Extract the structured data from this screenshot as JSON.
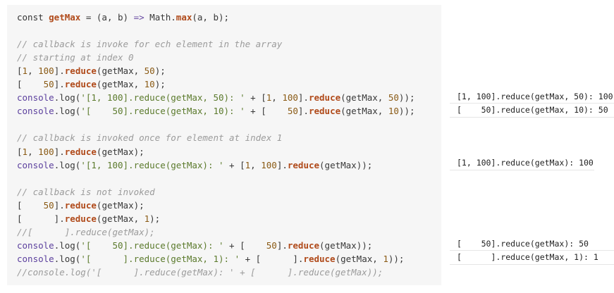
{
  "editor": {
    "lines": [
      {
        "parts": [
          {
            "t": "const ",
            "c": "kw"
          },
          {
            "t": "getMax",
            "c": "fn"
          },
          {
            "t": " = (a, b) ",
            "c": "pl"
          },
          {
            "t": "=>",
            "c": "op"
          },
          {
            "t": " Math.",
            "c": "pl"
          },
          {
            "t": "max",
            "c": "fn"
          },
          {
            "t": "(a, b);",
            "c": "pl"
          }
        ]
      },
      {
        "parts": []
      },
      {
        "parts": [
          {
            "t": "// callback is invoke for ech element in the array",
            "c": "cmt"
          }
        ]
      },
      {
        "parts": [
          {
            "t": "// starting at index 0",
            "c": "cmt"
          }
        ]
      },
      {
        "parts": [
          {
            "t": "[",
            "c": "pl"
          },
          {
            "t": "1",
            "c": "num"
          },
          {
            "t": ", ",
            "c": "pl"
          },
          {
            "t": "100",
            "c": "num"
          },
          {
            "t": "].",
            "c": "pl"
          },
          {
            "t": "reduce",
            "c": "fn"
          },
          {
            "t": "(getMax, ",
            "c": "pl"
          },
          {
            "t": "50",
            "c": "num"
          },
          {
            "t": ");",
            "c": "pl"
          }
        ]
      },
      {
        "parts": [
          {
            "t": "[    ",
            "c": "pl"
          },
          {
            "t": "50",
            "c": "num"
          },
          {
            "t": "].",
            "c": "pl"
          },
          {
            "t": "reduce",
            "c": "fn"
          },
          {
            "t": "(getMax, ",
            "c": "pl"
          },
          {
            "t": "10",
            "c": "num"
          },
          {
            "t": ");",
            "c": "pl"
          }
        ]
      },
      {
        "parts": [
          {
            "t": "console",
            "c": "id"
          },
          {
            "t": ".log(",
            "c": "pl"
          },
          {
            "t": "'[1, 100].reduce(getMax, 50): '",
            "c": "str"
          },
          {
            "t": " + [",
            "c": "pl"
          },
          {
            "t": "1",
            "c": "num"
          },
          {
            "t": ", ",
            "c": "pl"
          },
          {
            "t": "100",
            "c": "num"
          },
          {
            "t": "].",
            "c": "pl"
          },
          {
            "t": "reduce",
            "c": "fn"
          },
          {
            "t": "(getMax, ",
            "c": "pl"
          },
          {
            "t": "50",
            "c": "num"
          },
          {
            "t": "));",
            "c": "pl"
          }
        ]
      },
      {
        "parts": [
          {
            "t": "console",
            "c": "id"
          },
          {
            "t": ".log(",
            "c": "pl"
          },
          {
            "t": "'[    50].reduce(getMax, 10): '",
            "c": "str"
          },
          {
            "t": " + [    ",
            "c": "pl"
          },
          {
            "t": "50",
            "c": "num"
          },
          {
            "t": "].",
            "c": "pl"
          },
          {
            "t": "reduce",
            "c": "fn"
          },
          {
            "t": "(getMax, ",
            "c": "pl"
          },
          {
            "t": "10",
            "c": "num"
          },
          {
            "t": "));",
            "c": "pl"
          }
        ]
      },
      {
        "parts": []
      },
      {
        "parts": [
          {
            "t": "// callback is invoked once for element at index 1",
            "c": "cmt"
          }
        ]
      },
      {
        "parts": [
          {
            "t": "[",
            "c": "pl"
          },
          {
            "t": "1",
            "c": "num"
          },
          {
            "t": ", ",
            "c": "pl"
          },
          {
            "t": "100",
            "c": "num"
          },
          {
            "t": "].",
            "c": "pl"
          },
          {
            "t": "reduce",
            "c": "fn"
          },
          {
            "t": "(getMax);",
            "c": "pl"
          }
        ]
      },
      {
        "parts": [
          {
            "t": "console",
            "c": "id"
          },
          {
            "t": ".log(",
            "c": "pl"
          },
          {
            "t": "'[1, 100].reduce(getMax): '",
            "c": "str"
          },
          {
            "t": " + [",
            "c": "pl"
          },
          {
            "t": "1",
            "c": "num"
          },
          {
            "t": ", ",
            "c": "pl"
          },
          {
            "t": "100",
            "c": "num"
          },
          {
            "t": "].",
            "c": "pl"
          },
          {
            "t": "reduce",
            "c": "fn"
          },
          {
            "t": "(getMax));",
            "c": "pl"
          }
        ]
      },
      {
        "parts": []
      },
      {
        "parts": [
          {
            "t": "// callback is not invoked",
            "c": "cmt"
          }
        ]
      },
      {
        "parts": [
          {
            "t": "[    ",
            "c": "pl"
          },
          {
            "t": "50",
            "c": "num"
          },
          {
            "t": "].",
            "c": "pl"
          },
          {
            "t": "reduce",
            "c": "fn"
          },
          {
            "t": "(getMax);",
            "c": "pl"
          }
        ]
      },
      {
        "parts": [
          {
            "t": "[      ].",
            "c": "pl"
          },
          {
            "t": "reduce",
            "c": "fn"
          },
          {
            "t": "(getMax, ",
            "c": "pl"
          },
          {
            "t": "1",
            "c": "num"
          },
          {
            "t": ");",
            "c": "pl"
          }
        ]
      },
      {
        "parts": [
          {
            "t": "//[      ].reduce(getMax);",
            "c": "cmt"
          }
        ]
      },
      {
        "parts": [
          {
            "t": "console",
            "c": "id"
          },
          {
            "t": ".log(",
            "c": "pl"
          },
          {
            "t": "'[    50].reduce(getMax): '",
            "c": "str"
          },
          {
            "t": " + [    ",
            "c": "pl"
          },
          {
            "t": "50",
            "c": "num"
          },
          {
            "t": "].",
            "c": "pl"
          },
          {
            "t": "reduce",
            "c": "fn"
          },
          {
            "t": "(getMax));",
            "c": "pl"
          }
        ]
      },
      {
        "parts": [
          {
            "t": "console",
            "c": "id"
          },
          {
            "t": ".log(",
            "c": "pl"
          },
          {
            "t": "'[      ].reduce(getMax, 1): '",
            "c": "str"
          },
          {
            "t": " + [      ].",
            "c": "pl"
          },
          {
            "t": "reduce",
            "c": "fn"
          },
          {
            "t": "(getMax, ",
            "c": "pl"
          },
          {
            "t": "1",
            "c": "num"
          },
          {
            "t": "));",
            "c": "pl"
          }
        ]
      },
      {
        "parts": [
          {
            "t": "//console.log('[      ].reduce(getMax): ' + [      ].reduce(getMax));",
            "c": "cmt"
          }
        ]
      }
    ]
  },
  "console": {
    "outputs": [
      {
        "text": "[1, 100].reduce(getMax, 50): 100"
      },
      {
        "text": "[    50].reduce(getMax, 10): 50"
      },
      {
        "text": "[1, 100].reduce(getMax): 100"
      },
      {
        "text": "[    50].reduce(getMax): 50"
      },
      {
        "text": "[      ].reduce(getMax, 1): 1"
      }
    ]
  }
}
